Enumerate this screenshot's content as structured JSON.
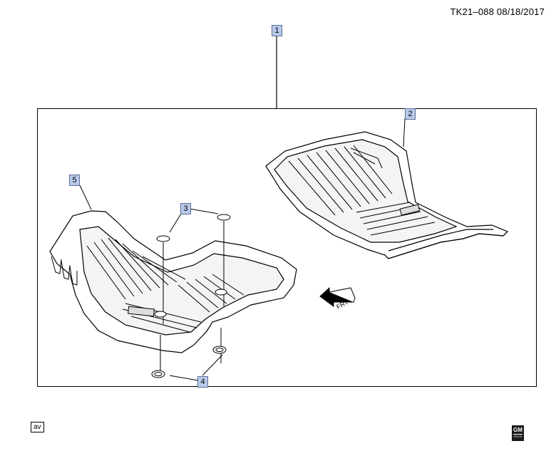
{
  "header": {
    "doc_id": "TK21–088  08/18/2017"
  },
  "callouts": {
    "c1": "1",
    "c2": "2",
    "c3": "3",
    "c4": "4",
    "c5": "5"
  },
  "direction_label": "FRT",
  "footer": {
    "av_label": "av",
    "logo_text": "GM",
    "logo_sub": "SOCS"
  },
  "icons": {
    "front_arrow": "front-arrow-icon",
    "brand_logo": "gm-logo-icon"
  }
}
